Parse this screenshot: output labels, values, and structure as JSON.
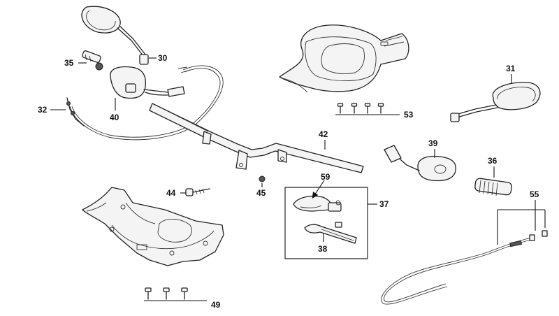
{
  "diagram": {
    "callouts": {
      "p30": "30",
      "p31": "31",
      "p32": "32",
      "p35": "35",
      "p36": "36",
      "p37": "37",
      "p38": "38",
      "p39": "39",
      "p40": "40",
      "p42": "42",
      "p44": "44",
      "p45": "45",
      "p49": "49",
      "p53": "53",
      "p55": "55",
      "p59": "59"
    }
  }
}
